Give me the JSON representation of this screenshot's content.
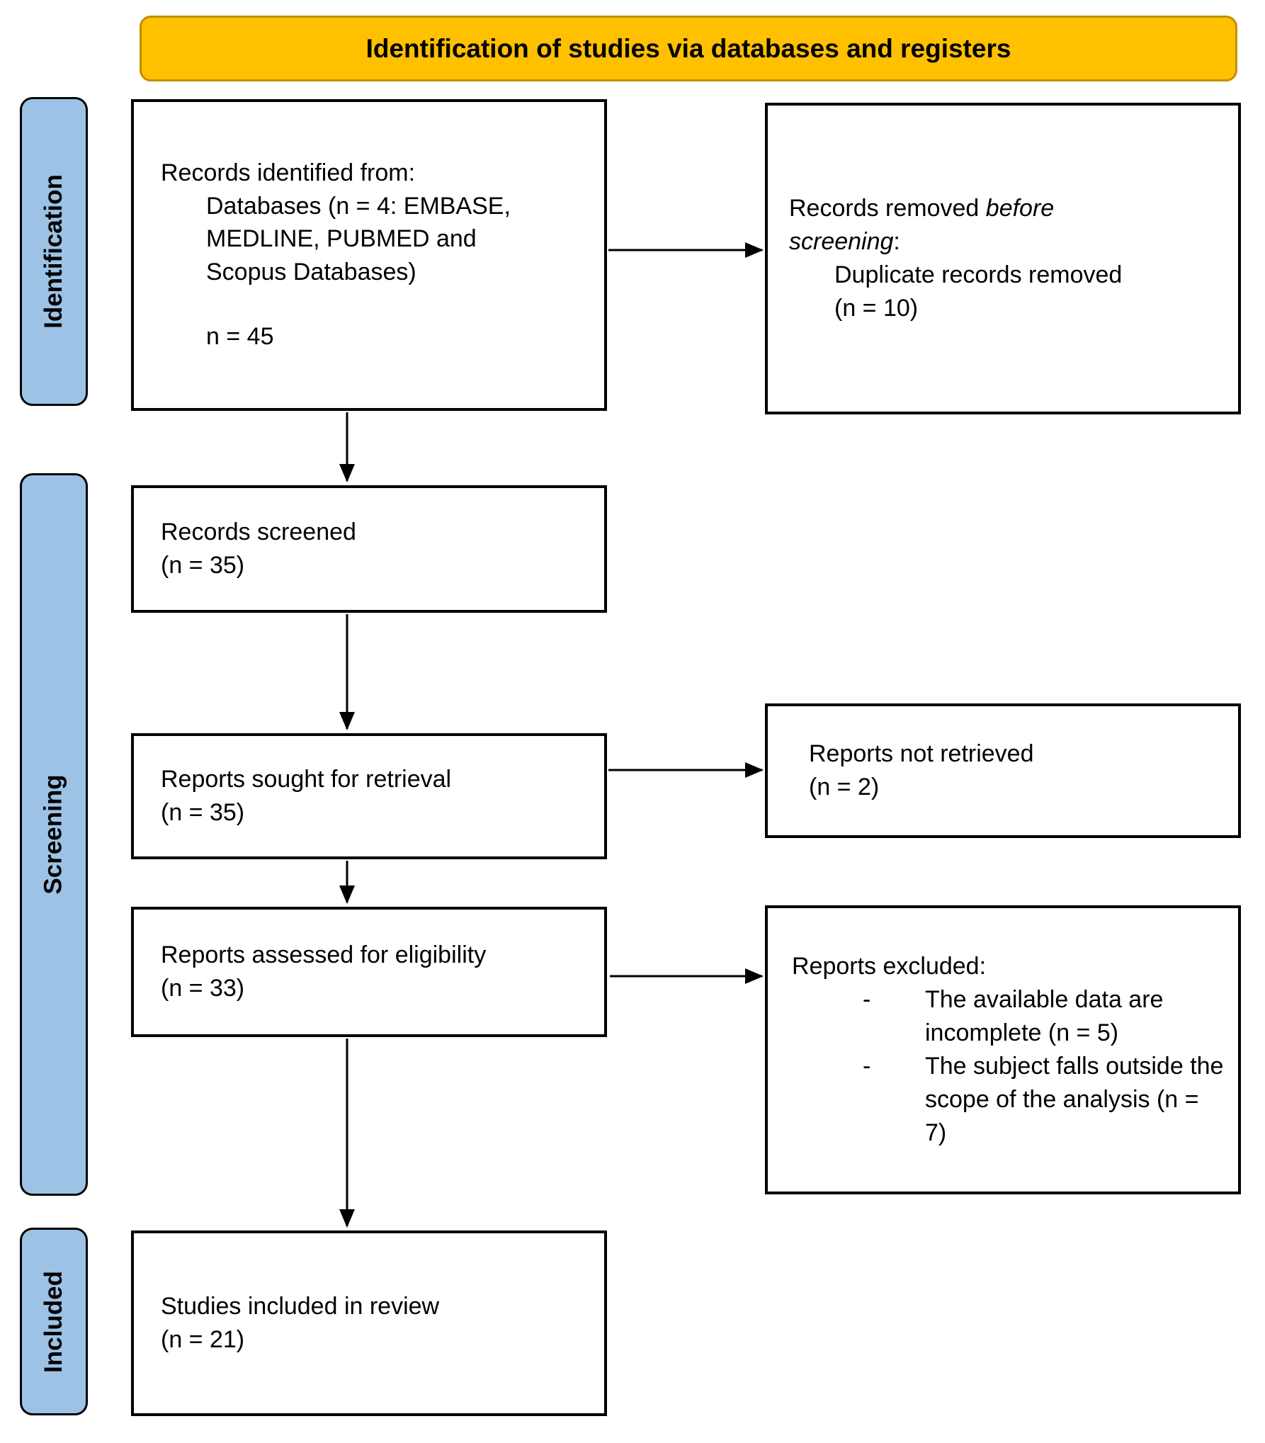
{
  "title": "Identification of studies via databases and registers",
  "sidebar": {
    "identification": "Identification",
    "screening": "Screening",
    "included": "Included"
  },
  "boxes": {
    "records_identified": {
      "line1": "Records identified from:",
      "line2": "Databases (n = 4: EMBASE,",
      "line3": "MEDLINE, PUBMED and",
      "line4": "Scopus Databases)",
      "count": "n = 45"
    },
    "records_removed": {
      "prefix": "Records removed ",
      "italic_word1": "before",
      "italic_word2": "screening",
      "suffix": ":",
      "detail": "Duplicate records removed (n = 10)"
    },
    "records_screened": {
      "line1": "Records screened",
      "line2": "(n = 35)"
    },
    "reports_sought": {
      "line1": "Reports sought for retrieval",
      "line2": "(n = 35)"
    },
    "reports_not_retrieved": {
      "line1": "Reports not retrieved",
      "line2": "(n = 2)"
    },
    "reports_assessed": {
      "line1": "Reports assessed for eligibility",
      "line2": "(n = 33)"
    },
    "reports_excluded": {
      "heading": "Reports excluded:",
      "bullet": "-",
      "item1": "The available data are incomplete (n = 5)",
      "item2": "The subject falls outside the scope of the analysis (n = 7)"
    },
    "studies_included": {
      "line1": "Studies included in review",
      "line2": "(n = 21)"
    }
  },
  "colors": {
    "banner_fill": "#FFC000",
    "banner_border": "#BF9000",
    "tab_fill": "#9CC3E6",
    "box_border": "#000000",
    "arrow": "#000000"
  }
}
